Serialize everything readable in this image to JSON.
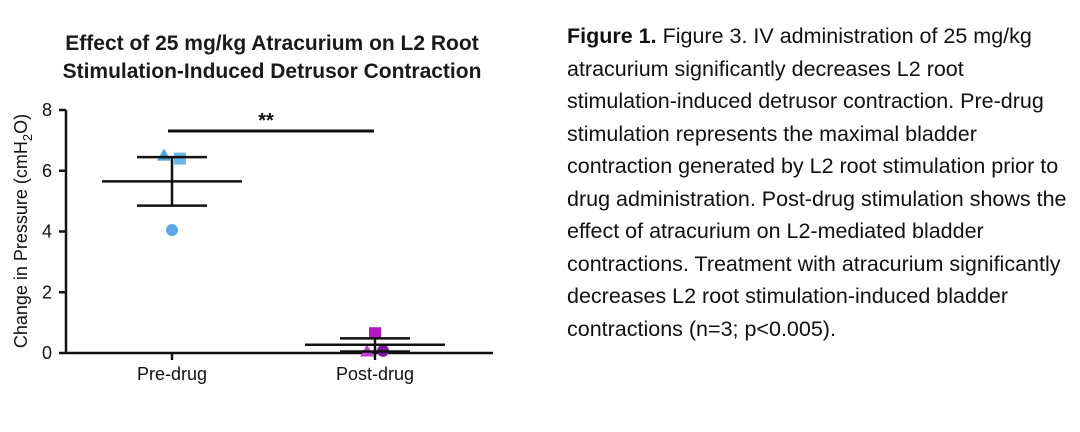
{
  "chart_data": {
    "type": "scatter",
    "title_line1": "Effect of 25 mg/kg Atracurium on L2 Root",
    "title_line2": "Stimulation-Induced Detrusor Contraction",
    "ylabel_main": "Change in Pressure (cmH",
    "ylabel_sub": "2",
    "ylabel_end": "O)",
    "ylim": [
      0,
      8
    ],
    "yticks": [
      0,
      2,
      4,
      6,
      8
    ],
    "categories": [
      "Pre-drug",
      "Post-drug"
    ],
    "groups": [
      {
        "name": "Pre-drug",
        "mean": 5.65,
        "sem_low": 4.85,
        "sem_high": 6.45,
        "points": [
          {
            "shape": "triangle",
            "value": 6.5,
            "color": "#4aa3df"
          },
          {
            "shape": "square",
            "value": 6.4,
            "color": "#6fb6e8"
          },
          {
            "shape": "circle",
            "value": 4.05,
            "color": "#5aa8ea"
          }
        ]
      },
      {
        "name": "Post-drug",
        "mean": 0.27,
        "sem_low": 0.05,
        "sem_high": 0.48,
        "points": [
          {
            "shape": "square",
            "value": 0.65,
            "color": "#b316c4"
          },
          {
            "shape": "triangle",
            "value": 0.05,
            "color": "#c040d0"
          },
          {
            "shape": "circle",
            "value": 0.07,
            "color": "#7a1a9a"
          }
        ]
      }
    ],
    "significance": "**"
  },
  "caption": {
    "bold": "Figure 1.",
    "text": " Figure 3. IV administration of 25 mg/kg atracurium significantly decreases L2 root stimulation-induced detrusor contraction. Pre-drug stimulation represents the maximal bladder contraction generated by L2 root stimulation prior to drug administration. Post-drug stimulation shows the effect of atracurium on L2-mediated bladder contractions. Treatment with atracurium significantly decreases L2 root stimulation-induced bladder contractions (n=3; p<0.005)."
  }
}
